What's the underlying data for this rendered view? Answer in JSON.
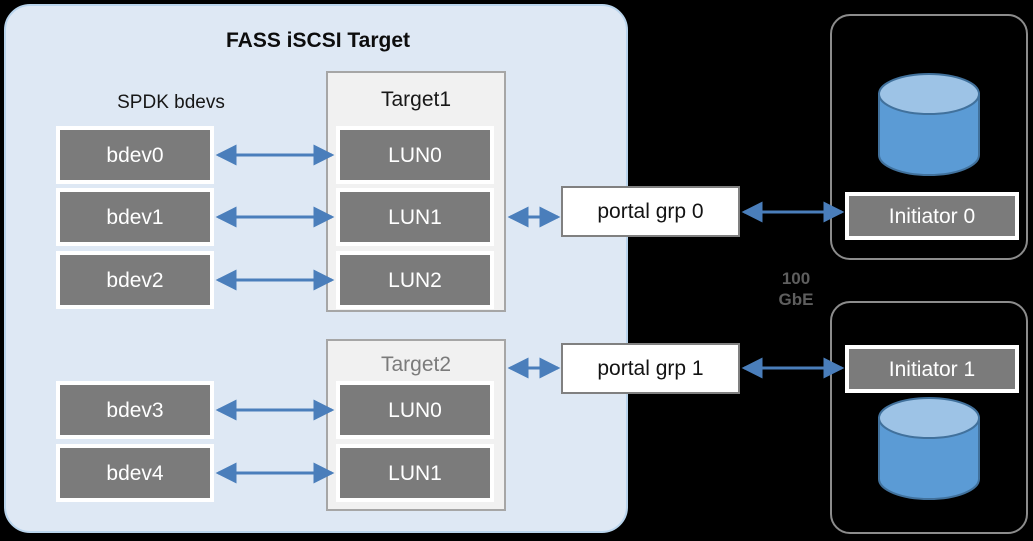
{
  "diagram": {
    "background_color": "#000000",
    "panel_color": "#DEE8F4",
    "accent_color": "#4A7EBB",
    "box_gray": "#7B7B7B",
    "title": "FASS iSCSI Target",
    "spdk_label": "SPDK bdevs",
    "network_label_line1": "100",
    "network_label_line2": "GbE"
  },
  "bdevs": [
    {
      "label": "bdev0"
    },
    {
      "label": "bdev1"
    },
    {
      "label": "bdev2"
    },
    {
      "label": "bdev3"
    },
    {
      "label": "bdev4"
    }
  ],
  "targets": [
    {
      "title": "Target1",
      "luns": [
        {
          "label": "LUN0"
        },
        {
          "label": "LUN1"
        },
        {
          "label": "LUN2"
        }
      ]
    },
    {
      "title": "Target2",
      "luns": [
        {
          "label": "LUN0"
        },
        {
          "label": "LUN1"
        }
      ]
    }
  ],
  "portal_groups": [
    {
      "label": "portal grp 0"
    },
    {
      "label": "portal grp 1"
    }
  ],
  "initiators": [
    {
      "label": "Initiator 0"
    },
    {
      "label": "Initiator 1"
    }
  ]
}
